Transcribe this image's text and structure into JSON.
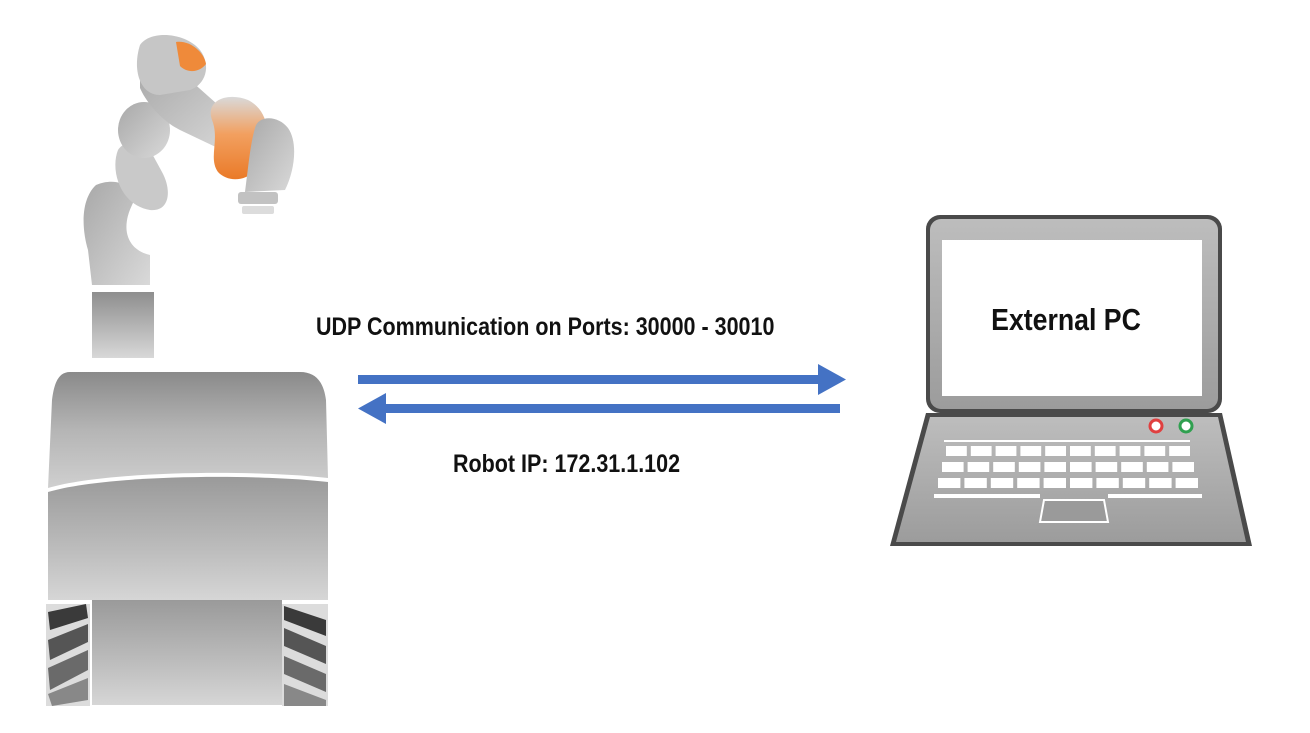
{
  "diagram": {
    "connection_label": "UDP Communication on Ports: 30000 - 30010",
    "robot_ip_label": "Robot IP: 172.31.1.102",
    "pc_label": "External PC"
  },
  "colors": {
    "arrow": "#4472C4",
    "robot_accent": "#F08A3A",
    "robot_gray": "#9A9A9A",
    "laptop_gray": "#A8A8A8",
    "led_red": "#E04040",
    "led_green": "#30A050"
  }
}
